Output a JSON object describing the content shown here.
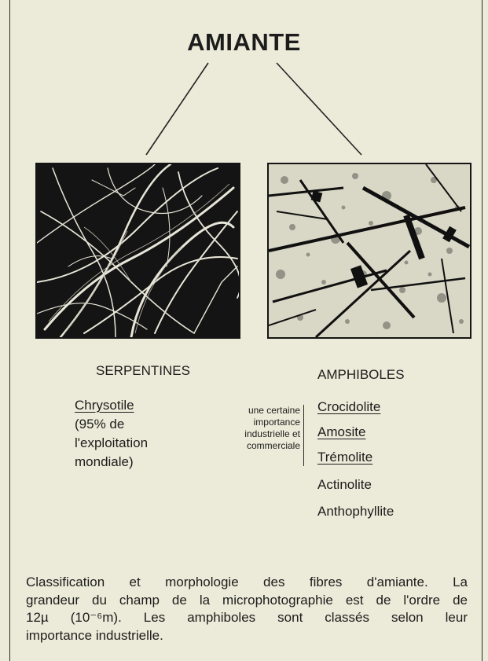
{
  "title": "AMIANTE",
  "colors": {
    "background": "#ecebd9",
    "ink": "#1c1c1c"
  },
  "serpentines": {
    "heading": "SERPENTINES",
    "mineral": "Chrysotile",
    "note_lines": [
      "(95% de",
      "l'exploitation",
      "mondiale)"
    ]
  },
  "amphiboles": {
    "heading": "AMPHIBOLES",
    "bracket_note_lines": [
      "une certaine",
      "importance",
      "industrielle et",
      "commerciale"
    ],
    "industrial": [
      "Crocidolite",
      "Amosite",
      "Trémolite"
    ],
    "others": [
      "Actinolite",
      "Anthophyllite"
    ]
  },
  "caption_lines": [
    "Classification et morphologie des fibres d'amiante. La",
    "grandeur du champ de la microphotographie est de l'ordre de",
    "12µ (10⁻⁶m). Les amphiboles sont classés selon leur",
    "importance industrielle."
  ]
}
